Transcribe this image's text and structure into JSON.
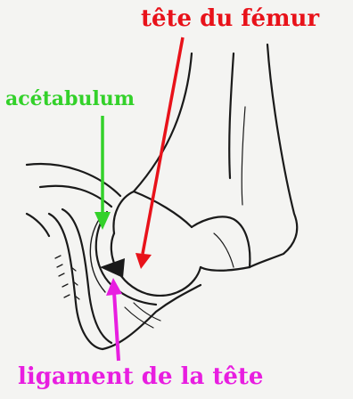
{
  "labels": {
    "femoral_head": {
      "text": "tête du fémur",
      "color": "#e8121a"
    },
    "acetabulum": {
      "text": "acétabulum",
      "color": "#33d12a"
    },
    "ligament": {
      "text": "ligament de la tête",
      "color": "#e81ee0"
    }
  },
  "colors": {
    "drawing_ink": "#1a1a1a",
    "background": "#f4f4f2"
  }
}
